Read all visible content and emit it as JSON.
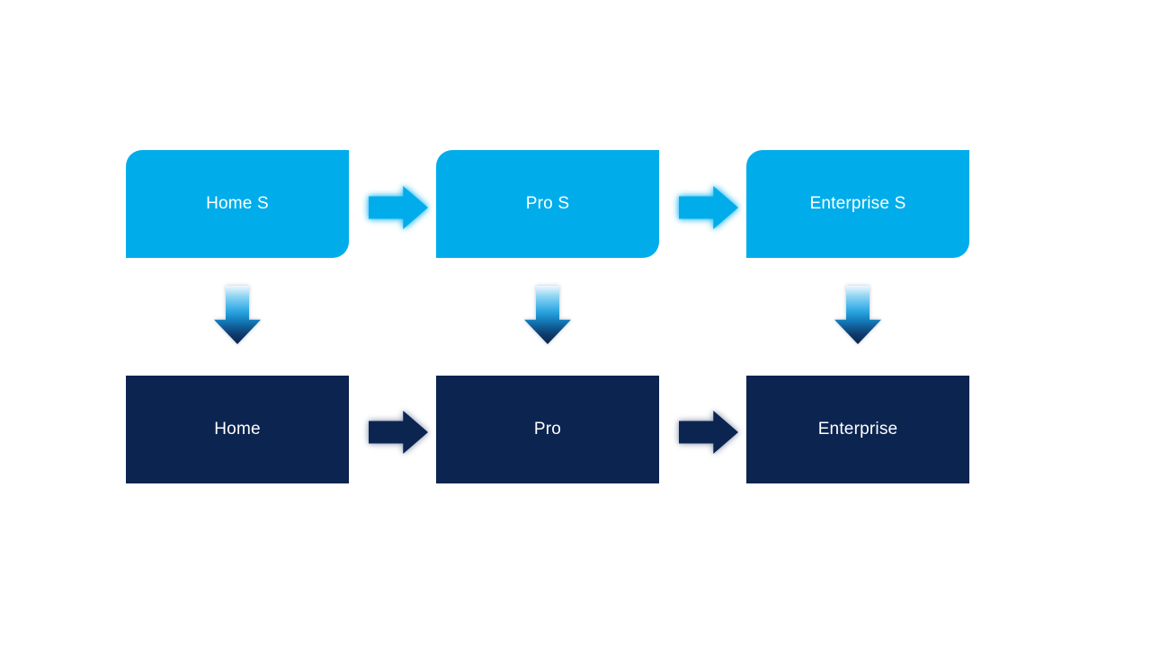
{
  "diagram": {
    "title": "",
    "type": "flow",
    "columns": [
      {
        "top": "Home S",
        "bottom": "Home"
      },
      {
        "top": "Pro S",
        "bottom": "Pro"
      },
      {
        "top": "Enterprise S",
        "bottom": "Enterprise"
      }
    ],
    "connectors": {
      "horizontal_top_row": 2,
      "horizontal_bottom_row": 2,
      "vertical": 3,
      "direction_horizontal": "right",
      "direction_vertical": "down"
    }
  },
  "colors": {
    "light_blue": "#00ADEA",
    "navy": "#0C2450",
    "text_white": "#FFFFFF",
    "bg": "#FFFFFF",
    "arrow_grad_top": "#EFF8FE",
    "arrow_grad_mid": "#31AAE4"
  }
}
